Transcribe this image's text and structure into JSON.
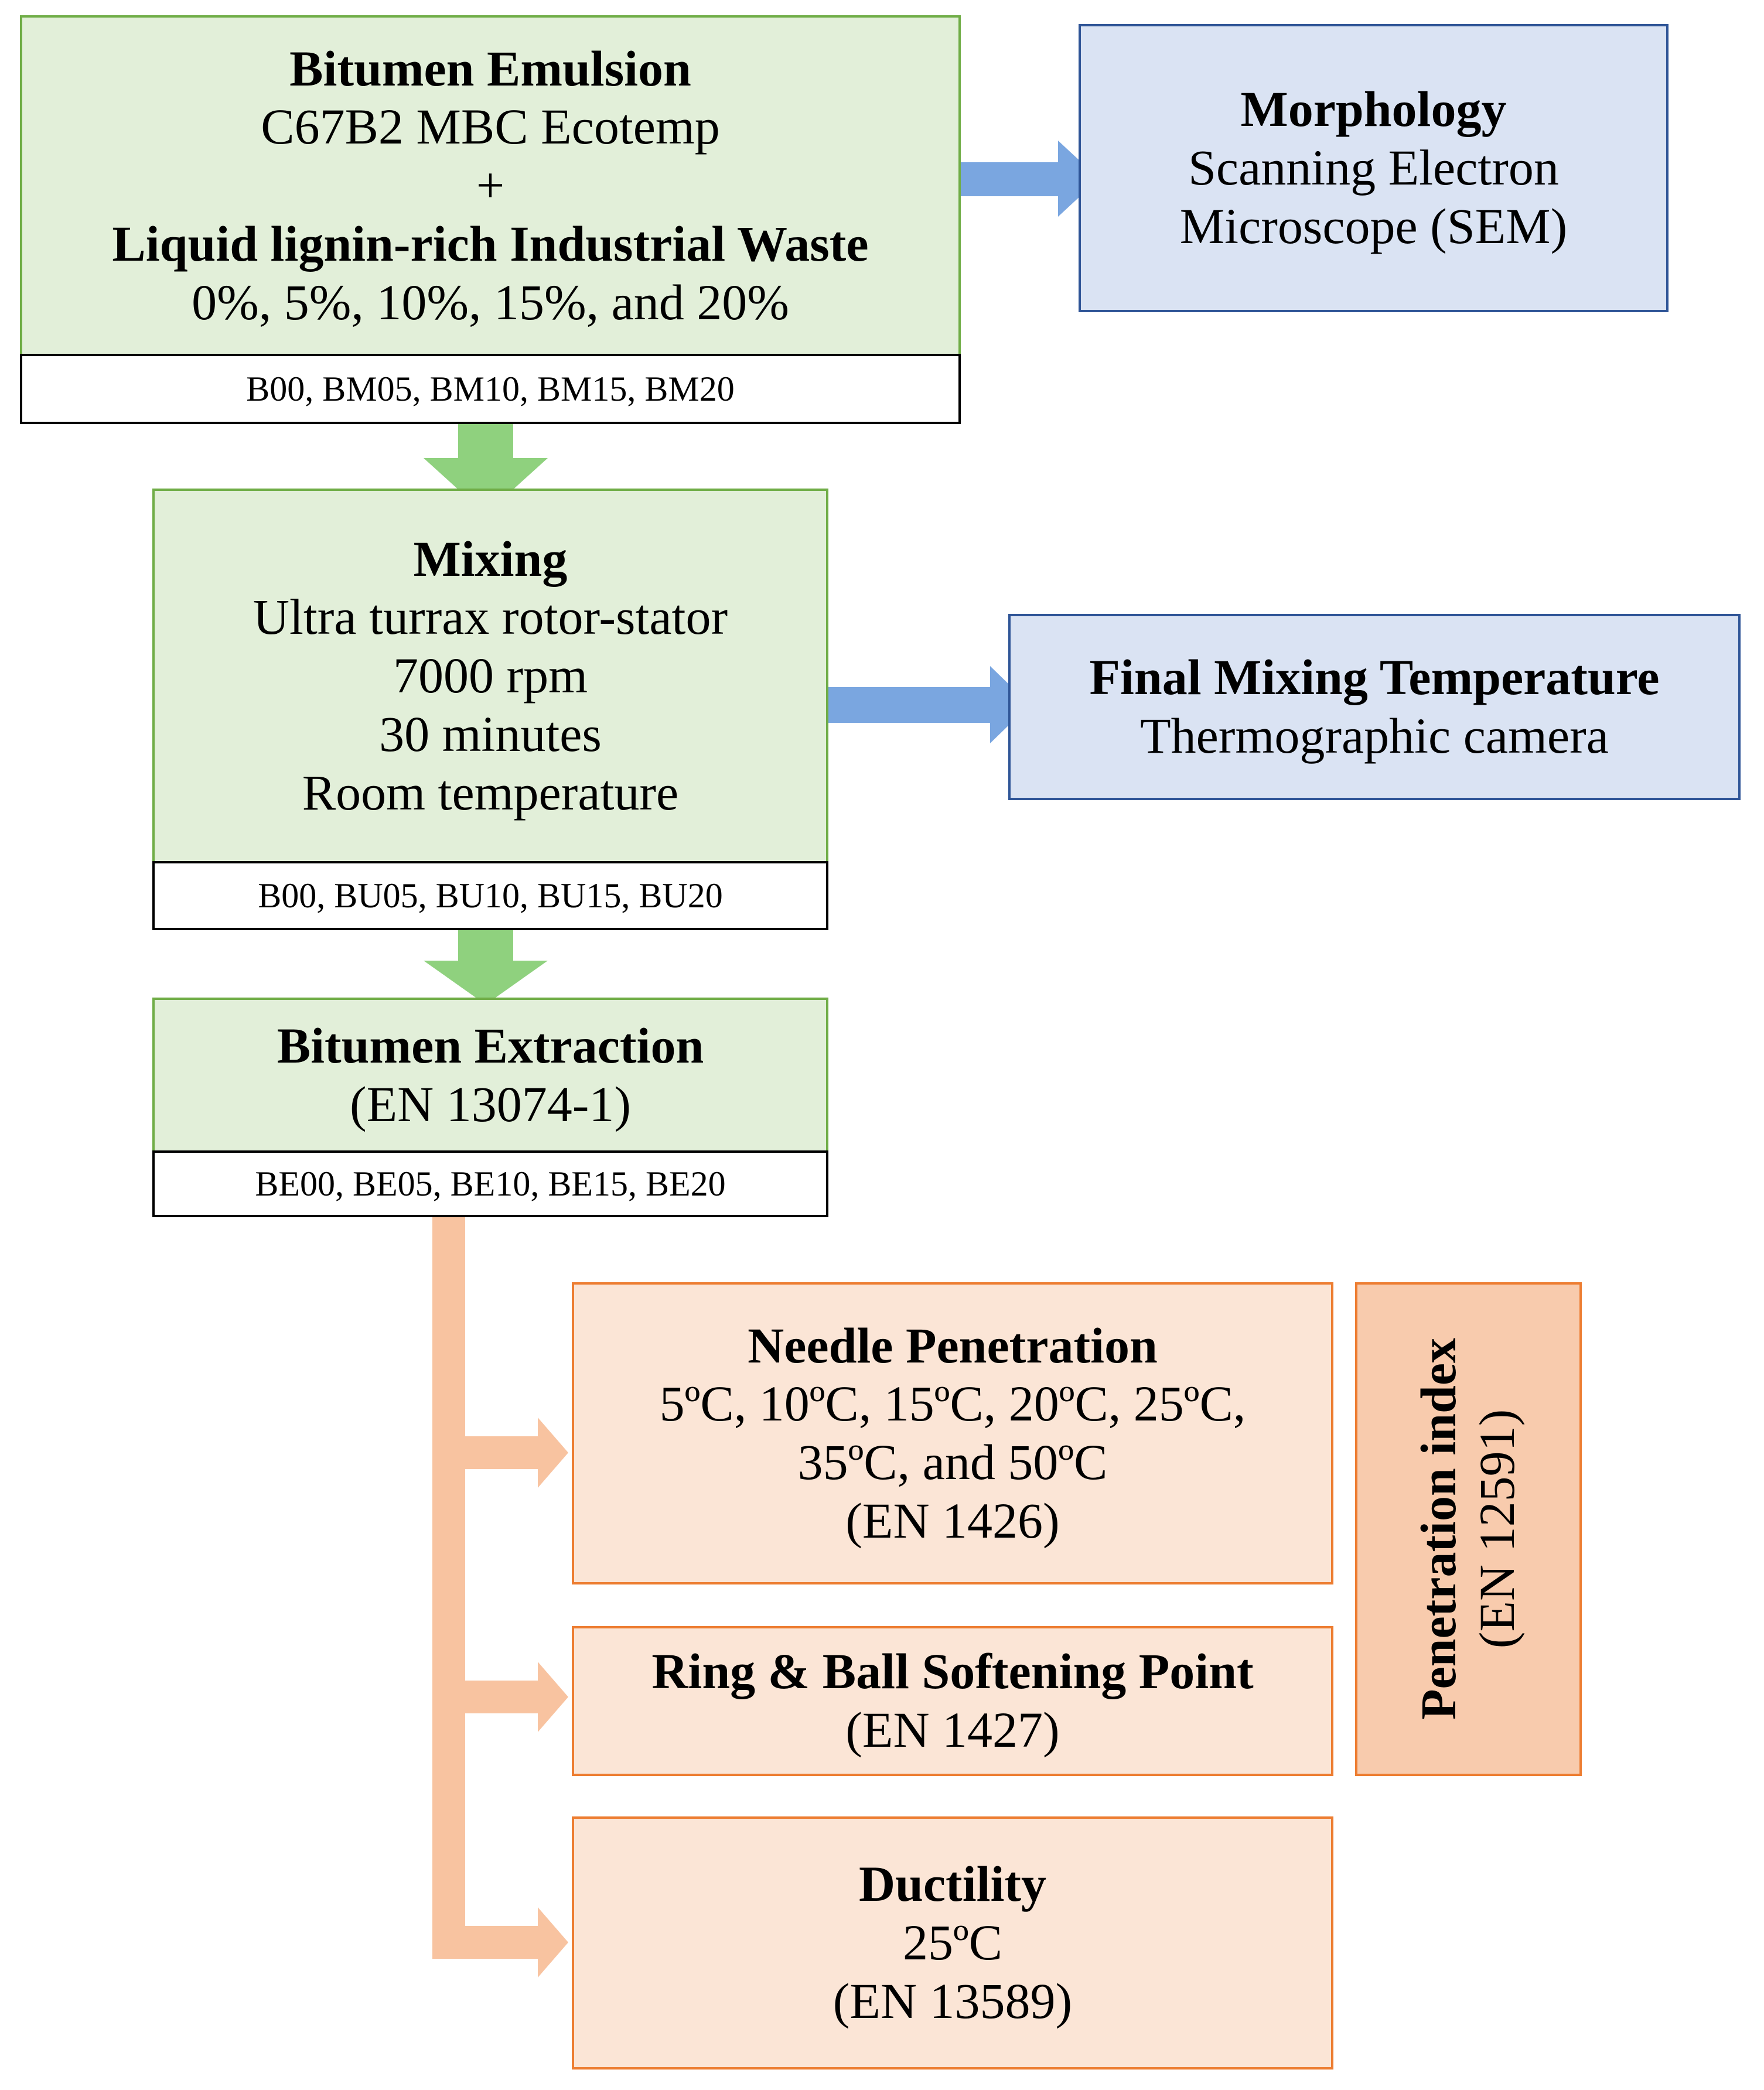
{
  "emulsion": {
    "title": "Bitumen Emulsion",
    "product": "C67B2 MBC Ecotemp",
    "plus": "+",
    "additive": "Liquid lignin-rich Industrial Waste",
    "dosages": "0%, 5%, 10%, 15%, and 20%",
    "codes": "B00, BM05, BM10, BM15, BM20"
  },
  "morphology": {
    "title": "Morphology",
    "line1": "Scanning Electron",
    "line2": "Microscope (SEM)"
  },
  "mixing": {
    "title": "Mixing",
    "equipment": "Ultra turrax rotor-stator",
    "speed": "7000 rpm",
    "time": "30 minutes",
    "temperature": "Room temperature",
    "codes": "B00, BU05, BU10, BU15, BU20"
  },
  "final_temp": {
    "title": "Final Mixing Temperature",
    "method": "Thermographic camera"
  },
  "extraction": {
    "title": "Bitumen Extraction",
    "standard": "(EN 13074-1)",
    "codes": "BE00, BE05, BE10, BE15, BE20"
  },
  "penetration": {
    "title": "Needle Penetration",
    "temps1": "5ºC, 10ºC, 15ºC, 20ºC, 25ºC,",
    "temps2": "35ºC, and 50ºC",
    "standard": "(EN 1426)"
  },
  "softening": {
    "title": "Ring & Ball Softening Point",
    "standard": "(EN 1427)"
  },
  "ductility": {
    "title": "Ductility",
    "temp": "25ºC",
    "standard": "(EN 13589)"
  },
  "pen_index": {
    "title": "Penetration index",
    "standard": "(EN 12591)"
  },
  "colors": {
    "green_fill": "#e2efd9",
    "green_border": "#70ad47",
    "green_arrow": "#8fd17e",
    "blue_fill": "#dae3f3",
    "blue_border": "#2f5597",
    "blue_arrow": "#7aa6e0",
    "orange_fill": "#fbe5d6",
    "orange_border": "#ed7d31",
    "orange_arrow": "#f8c3a0",
    "orange_dark_fill": "#f8cbad"
  }
}
